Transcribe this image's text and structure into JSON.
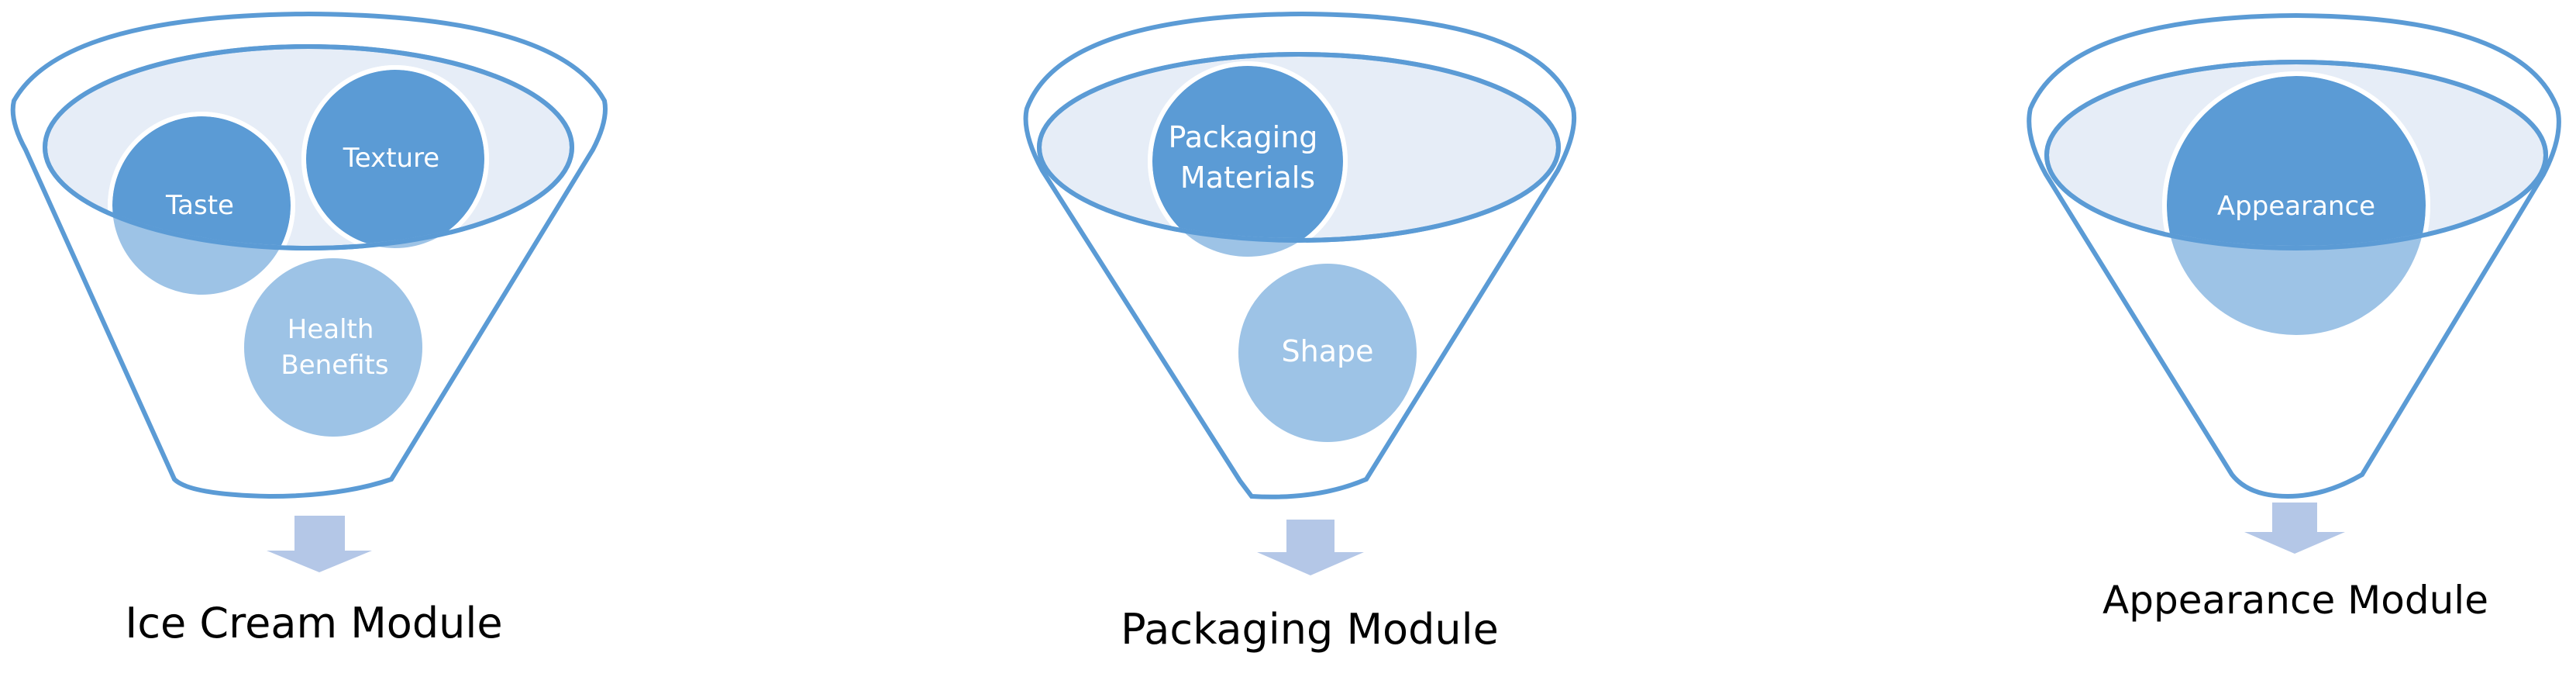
{
  "modules": [
    {
      "name": "Ice Cream Module",
      "items": [
        "Taste",
        "Texture",
        "Health Benefits"
      ]
    },
    {
      "name": "Packaging Module",
      "items": [
        "Packaging Materials",
        "Shape"
      ]
    },
    {
      "name": "Appearance Module",
      "items": [
        "Appearance"
      ]
    }
  ],
  "colors": {
    "outline": "#5b9bd5",
    "rim_fill": "#e6edf7",
    "circle_dark": "#5b9bd5",
    "circle_light": "#9dc3e6",
    "arrow": "#b4c7e7",
    "label_text": "#000000",
    "circle_text": "#ffffff"
  }
}
